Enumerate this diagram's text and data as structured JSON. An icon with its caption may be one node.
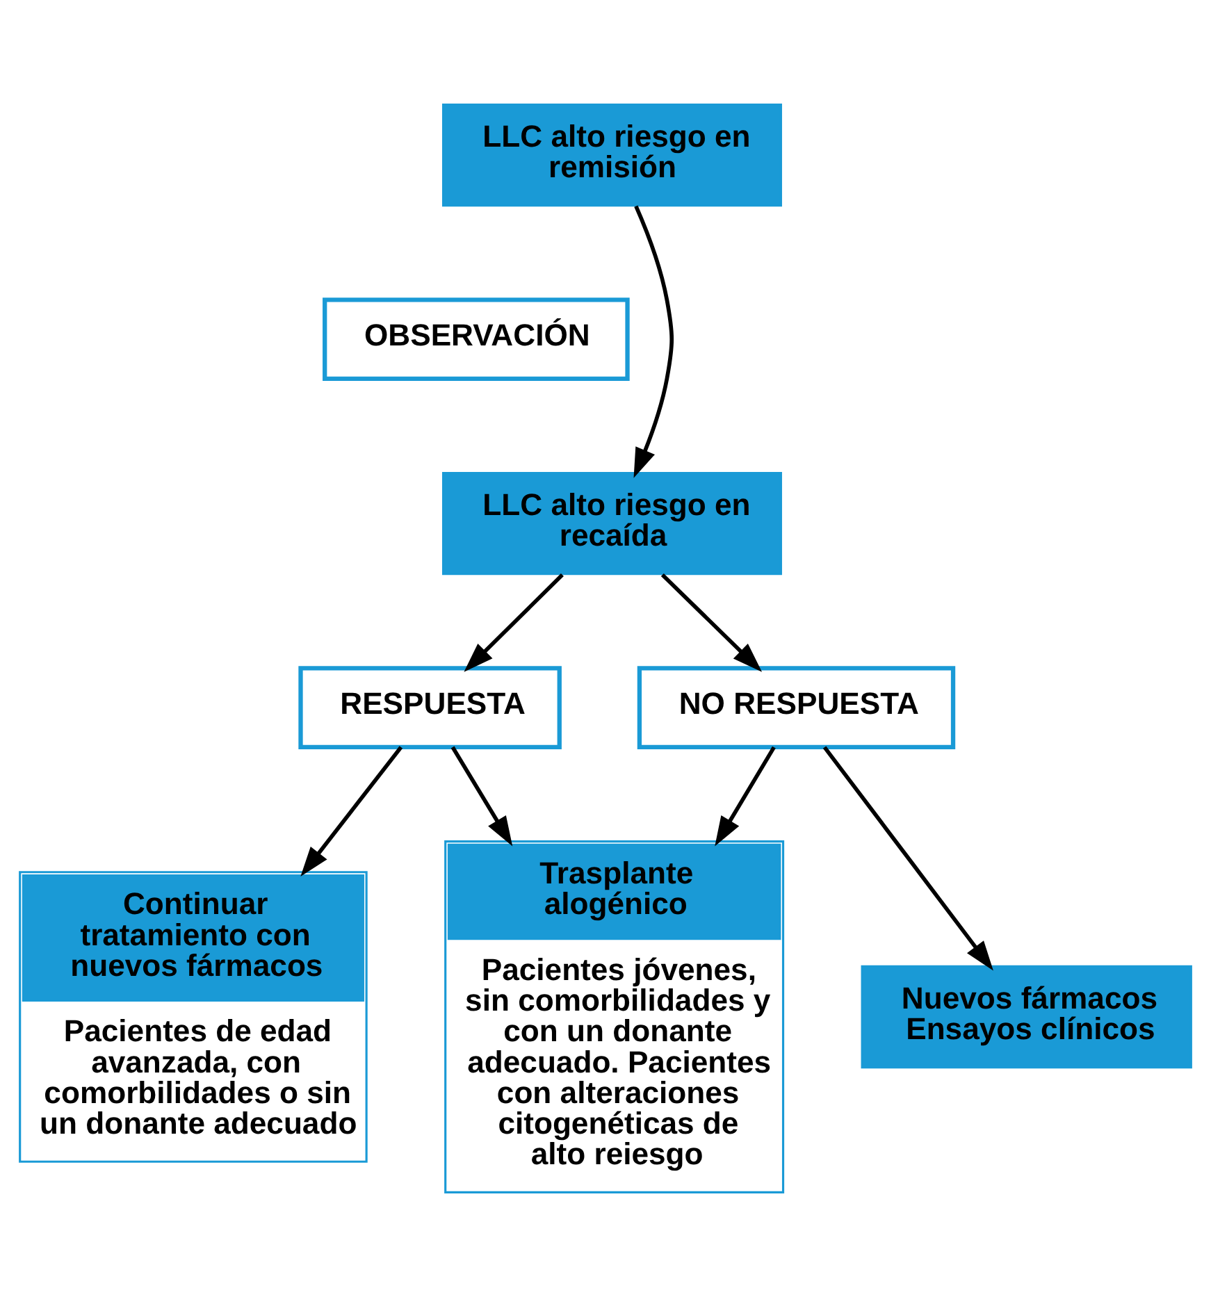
{
  "diagram": {
    "nodes": [
      {
        "text": [
          "LLC alto riesgo en remisión"
        ]
      },
      {
        "text": [
          "OBSERVACIÓN"
        ]
      },
      {
        "text": [
          "LLC alto riesgo en recaída"
        ]
      },
      {
        "text": [
          "RESPUESTA"
        ]
      },
      {
        "text": [
          "NO RESPUESTA"
        ]
      },
      {
        "text": [
          "Continuar tratamiento con nuevos fármacos",
          "Pacientes de edad avanzada, con comorbilidades o sin un donante adecuado"
        ]
      },
      {
        "text": [
          "Trasplante alogénico",
          "Pacientes jóvenes, sin comorbilidades y con un donante adecuado. Pacientes con alteraciones citogenéticas de alto reiesgo"
        ]
      },
      {
        "text": [
          "Nuevos fármacos",
          "Ensayos clínicos"
        ]
      }
    ],
    "edges": [
      {
        "from": 0,
        "to": 2,
        "arrow": "to"
      },
      {
        "from": 2,
        "to": 3,
        "arrow": "to"
      },
      {
        "from": 2,
        "to": 4,
        "arrow": "to"
      },
      {
        "from": 3,
        "to": 5,
        "arrow": "to"
      },
      {
        "from": 3,
        "to": 6,
        "arrow": "to"
      },
      {
        "from": 4,
        "to": 6,
        "arrow": "to"
      },
      {
        "from": 4,
        "to": 7,
        "arrow": "to"
      }
    ]
  }
}
